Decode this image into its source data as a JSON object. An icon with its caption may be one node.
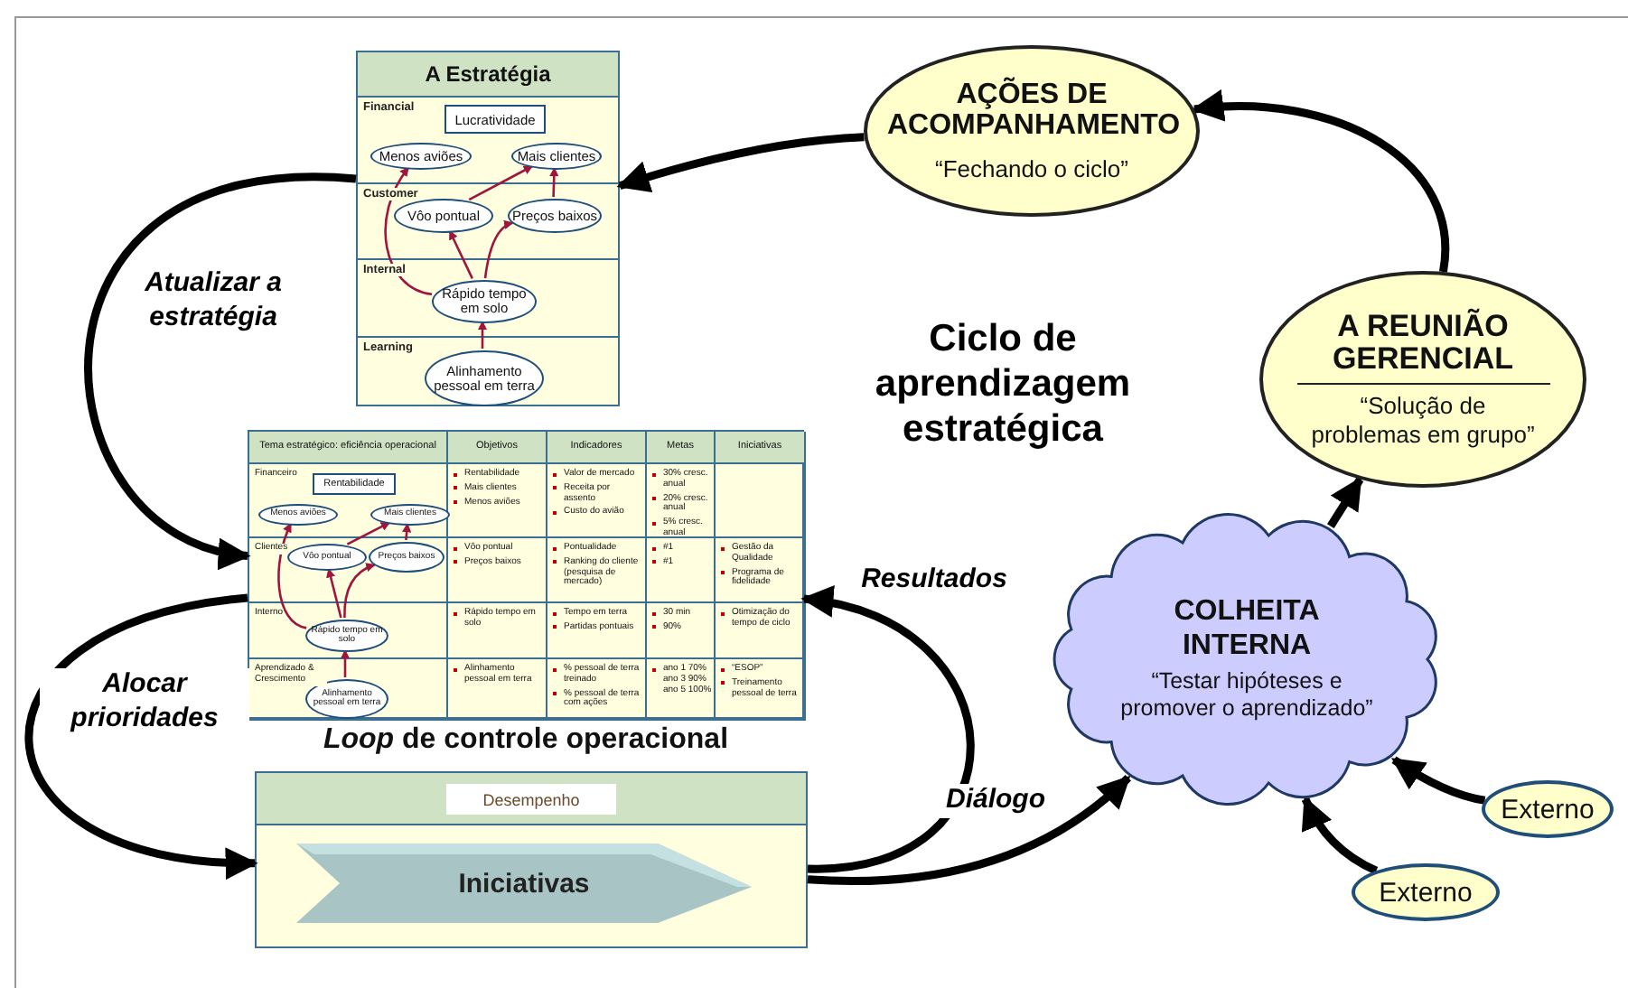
{
  "diagram": {
    "title": "Ciclo de aprendizagem estratégica",
    "nodes": [
      {
        "text": [
          "A Estratégia",
          "Financial",
          "Customer",
          "Internal",
          "Learning"
        ]
      },
      {
        "text": [
          "Lucratividade"
        ],
        "in": 0
      },
      {
        "text": [
          "Menos aviões"
        ],
        "in": 0
      },
      {
        "text": [
          "Mais clientes"
        ],
        "in": 0
      },
      {
        "text": [
          "Vôo pontual"
        ],
        "in": 0
      },
      {
        "text": [
          "Preços baixos"
        ],
        "in": 0
      },
      {
        "text": [
          "Rápido tempo em solo"
        ],
        "in": 0
      },
      {
        "text": [
          "Alinhamento pessoal em terra"
        ],
        "in": 0
      },
      {
        "text": [],
        "shape": "box",
        "beside": [
          "*Loop* de controle operacional"
        ]
      },
      {
        "text": [
          "Rentabilidade"
        ],
        "in": 8
      },
      {
        "text": [
          "Menos aviões"
        ],
        "in": 8
      },
      {
        "text": [
          "Mais clientes"
        ],
        "in": 8
      },
      {
        "text": [
          "Vôo pontual"
        ],
        "in": 8
      },
      {
        "text": [
          "Preços baixos"
        ],
        "in": 8
      },
      {
        "text": [
          "Rápido tempo em solo"
        ],
        "in": 8
      },
      {
        "text": [
          "Alinhamento pessoal em terra"
        ],
        "in": 8
      },
      {
        "text": [],
        "shape": "box"
      },
      {
        "text": [
          "Desempenho"
        ],
        "in": 16
      },
      {
        "text": [
          "Iniciativas"
        ],
        "in": 16
      },
      {
        "text": [
          "AÇÕES DE ACOMPANHAMENTO",
          "“Fechando o ciclo”"
        ]
      },
      {
        "text": [
          "A REUNIÃO GERENCIAL",
          "“Solução de problemas em grupo”"
        ]
      },
      {
        "text": [
          "COLHEITA INTERNA",
          "“Testar hipóteses e promover o aprendizado”"
        ]
      },
      {
        "text": [
          "Externo"
        ]
      },
      {
        "text": [
          "Externo"
        ]
      }
    ],
    "edges": [
      {
        "from": 4,
        "to": 3,
        "arrow": "to"
      },
      {
        "from": 5,
        "to": 3,
        "arrow": "to"
      },
      {
        "from": 6,
        "to": 4,
        "arrow": "to"
      },
      {
        "from": 6,
        "to": 5,
        "arrow": "to"
      },
      {
        "from": 6,
        "to": 2,
        "arrow": "to"
      },
      {
        "from": 7,
        "to": 6,
        "arrow": "to"
      },
      {
        "from": 12,
        "to": 11,
        "arrow": "to"
      },
      {
        "from": 13,
        "to": 11,
        "arrow": "to"
      },
      {
        "from": 14,
        "to": 12,
        "arrow": "to"
      },
      {
        "from": 14,
        "to": 13,
        "arrow": "to"
      },
      {
        "from": 14,
        "to": 10,
        "arrow": "to"
      },
      {
        "from": 15,
        "to": 14,
        "arrow": "to"
      },
      {
        "from": 19,
        "to": 0,
        "arrow": "to",
        "style": "thick",
        "color": "#000000"
      },
      {
        "from": 0,
        "to": 8,
        "arrow": "to",
        "label": "Atualizar a estratégia",
        "style": "thick",
        "color": "#000000"
      },
      {
        "from": 8,
        "to": 16,
        "arrow": "to",
        "label": "Alocar prioridades",
        "style": "thick",
        "color": "#000000"
      },
      {
        "from": 16,
        "to": 8,
        "arrow": "to",
        "label": "Resultados",
        "style": "thick",
        "color": "#000000"
      },
      {
        "from": 16,
        "to": 21,
        "arrow": "to",
        "label": "Diálogo",
        "style": "thick",
        "color": "#000000"
      },
      {
        "from": 21,
        "to": 20,
        "arrow": "to",
        "style": "thick",
        "color": "#000000"
      },
      {
        "from": 20,
        "to": 19,
        "arrow": "to",
        "style": "thick",
        "color": "#000000"
      },
      {
        "from": 22,
        "to": 21,
        "arrow": "to",
        "style": "thick",
        "color": "#000000"
      },
      {
        "from": 23,
        "to": 21,
        "arrow": "to",
        "style": "thick",
        "color": "#000000"
      }
    ],
    "labels": [
      "Tema estratégico: eficiência operacional",
      "Objetivos",
      "Indicadores",
      "Metas",
      "Iniciativas",
      "Financeiro",
      "Rentabilidade",
      "Mais clientes",
      "Menos aviões",
      "Valor de mercado",
      "Receita por assento",
      "Custo do avião",
      "30% cresc. anual",
      "20% cresc. anual",
      "5% cresc. anual",
      "Clientes",
      "Vôo pontual",
      "Preços baixos",
      "Pontualidade",
      "Ranking do cliente (pesquisa de mercado)",
      "#1",
      "#1",
      "Gestão da Qualidade",
      "Programa de fidelidade",
      "Interno",
      "Rápido tempo em solo",
      "Tempo em terra",
      "Partidas pontuais",
      "30 min",
      "90%",
      "Otimização do tempo de ciclo",
      "Aprendizado & Crescimento",
      "Alinhamento pessoal em terra",
      "% pessoal de terra treinado",
      "% pessoal de terra com ações",
      "ano 1 70% ano 3 90% ano 5 100%",
      "“ESOP”",
      "Treinamento pessoal de terra"
    ]
  }
}
